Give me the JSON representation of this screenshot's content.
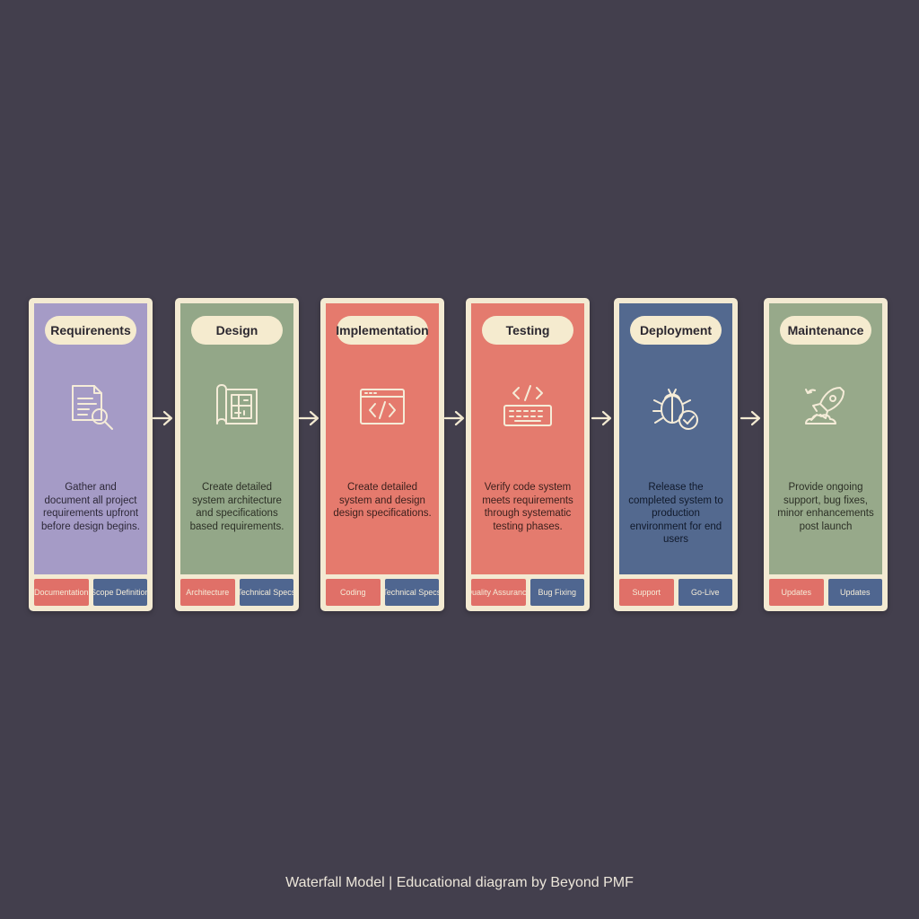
{
  "stages": [
    {
      "title": "Requirenents",
      "icon": "document-search-icon",
      "description": "Gather and document all project requirements upfront before design begins.",
      "tags": [
        "Documentation",
        "Scope Definition"
      ],
      "color": "#a59bc6",
      "text_color": "#2d2838"
    },
    {
      "title": "Design",
      "icon": "blueprint-icon",
      "description": "Create detailed system architecture and specifications based requirements.",
      "tags": [
        "Architecture",
        "Technical Specs"
      ],
      "color": "#93a788",
      "text_color": "#2c3026"
    },
    {
      "title": "Implementation",
      "icon": "code-window-icon",
      "description": "Create detailed system and design design specifications.",
      "tags": [
        "Coding",
        "Technical Specs"
      ],
      "color": "#e57a6d",
      "text_color": "#3a1f1c"
    },
    {
      "title": "Testing",
      "icon": "code-keyboard-icon",
      "description": "Verify code system meets requirements through systematic testing phases.",
      "tags": [
        "Quality Assurance",
        "Bug Fixing"
      ],
      "color": "#e47b6e",
      "text_color": "#3a1f1c"
    },
    {
      "title": "Deployment",
      "icon": "bug-check-icon",
      "description": "Release the completed system to production environment for end users",
      "tags": [
        "Support",
        "Go-Live"
      ],
      "color": "#53698f",
      "text_color": "#10192b"
    },
    {
      "title": "Maintenance",
      "icon": "rocket-cloud-icon",
      "description": "Provide ongoing support, bug fixes, minor enhancements post launch",
      "tags": [
        "Updates",
        "Updates"
      ],
      "color": "#97a98a",
      "text_color": "#2c3026"
    }
  ],
  "caption": "Waterfall Model | Educational diagram by Beyond PMF",
  "colors": {
    "background": "#433f4d",
    "card_frame": "#f3ead2",
    "tag_red": "#e07068",
    "tag_blue": "#4f6690",
    "arrow": "#f3ead2"
  }
}
